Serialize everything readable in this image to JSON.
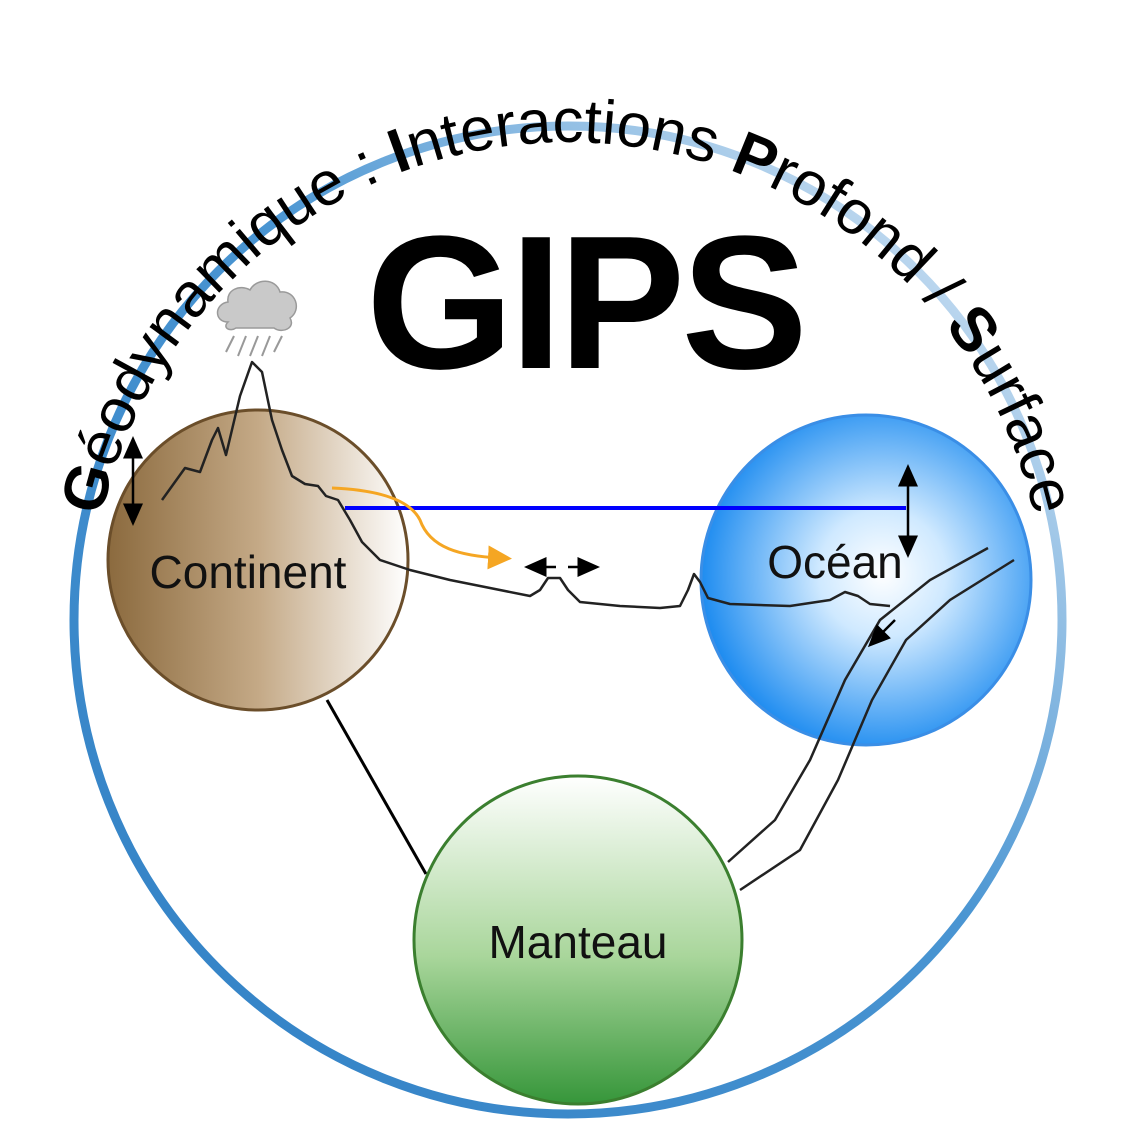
{
  "title": "GIPS",
  "arc_title": {
    "segments": [
      {
        "text": "G",
        "bold": true
      },
      {
        "text": "éodynamique : ",
        "bold": false
      },
      {
        "text": "I",
        "bold": true
      },
      {
        "text": "nteractions ",
        "bold": false
      },
      {
        "text": "P",
        "bold": true
      },
      {
        "text": "rofond / ",
        "bold": false
      },
      {
        "text": "S",
        "bold": true
      },
      {
        "text": "urface",
        "bold": false
      }
    ]
  },
  "nodes": {
    "continent": {
      "label": "Continent"
    },
    "ocean": {
      "label": "Océan"
    },
    "mantle": {
      "label": "Manteau"
    }
  },
  "colors": {
    "ring_dark": "#2f7fc4",
    "ring_light": "#e9f1fa",
    "continent_dark": "#8b6a3e",
    "continent_light": "#ffffff",
    "ocean_light": "#e6f4ff",
    "ocean_dark": "#1e8cf0",
    "mantle_light": "#d8efd2",
    "mantle_dark": "#3e9a39",
    "sea_level": "#0000ff",
    "sediment_arrow": "#f5a623"
  },
  "icons": {
    "cloud": "rain-cloud-icon"
  }
}
